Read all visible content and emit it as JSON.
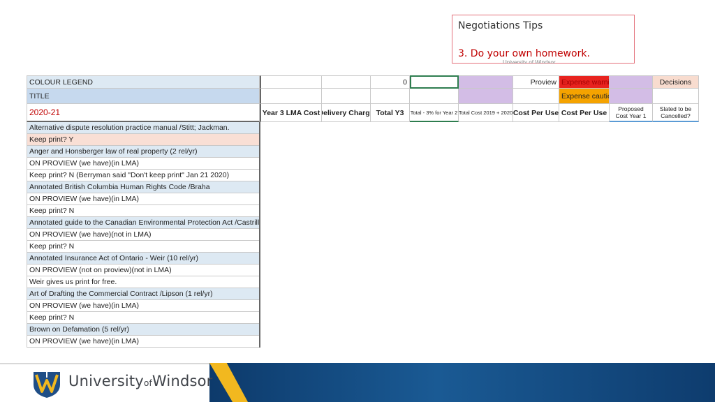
{
  "callout": {
    "title": "Negotiations  Tips",
    "tip": "3. Do your own homework."
  },
  "partial_text": "University of Windsor",
  "spreadsheet": {
    "legend_label": "COLOUR LEGEND",
    "title_label": "TITLE",
    "year_label": "2020-21",
    "zero_value": "0",
    "proview_label": "Proview",
    "expense_warning": "Expense warning",
    "expense_caution": "Expense caution",
    "decisions_label": "Decisions",
    "columns": {
      "c1": "Year 3 LMA Cost",
      "c2": "Delivery Charge",
      "c3": "Total Y3",
      "c4": "Total - 3% for Year 2",
      "c5": "Total Cost 2019 + 2020",
      "c6": "Cost Per Use",
      "c7": "Cost Per Use",
      "c8": "Proposed Cost Year 1",
      "c9": "Slated to be Cancelled?"
    },
    "rows": [
      "Alternative dispute resolution practice manual /Stitt; Jackman.",
      "Keep print? Y",
      "Anger and Honsberger law of real property (2 rel/yr)",
      "ON PROVIEW (we have)(in LMA)",
      "Keep print? N (Berryman said \"Don't keep print\" Jan 21 2020)",
      "Annotated British Columbia Human Rights Code /Braha",
      "ON PROVIEW (we have)(in LMA)",
      "Keep print? N",
      "Annotated guide to the Canadian Environmental Protection Act /Castrilli",
      "ON PROVIEW (we have)(not in LMA)",
      "Keep print? N",
      "Annotated Insurance Act of Ontario - Weir (10 rel/yr)",
      "ON PROVIEW (not on proview)(not in LMA)",
      "Weir gives us print for free.",
      "Art of Drafting the Commercial Contract /Lipson (1 rel/yr)",
      "ON PROVIEW (we have)(in LMA)",
      "Keep print? N",
      "Brown on Defamation (5 rel/yr)",
      "ON PROVIEW (we have)(in LMA)"
    ],
    "row_styles": [
      "blue",
      "pink",
      "blue",
      "",
      "",
      "blue",
      "",
      "",
      "blue",
      "",
      "",
      "blue",
      "",
      "",
      "blue",
      "",
      "",
      "blue",
      ""
    ]
  },
  "footer": {
    "name_main": "University",
    "name_of": "of",
    "name_end": "Windsor"
  },
  "colors": {
    "expense_warning": "#e8231f",
    "expense_caution": "#f5a300",
    "purple": "#d3bde6",
    "title_blue": "#c6d9ee",
    "decisions_bg": "#f8dccf",
    "year_red": "#c00000"
  }
}
